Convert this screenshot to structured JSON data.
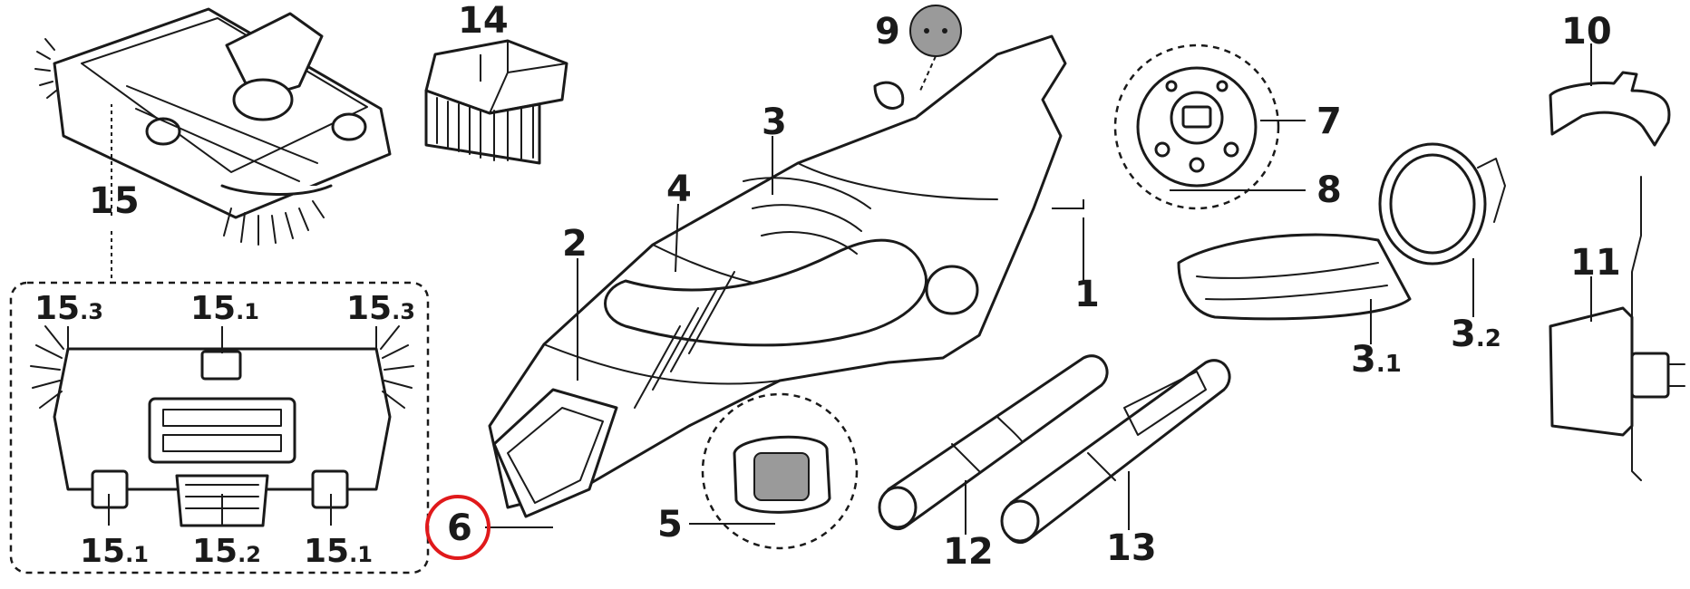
{
  "labels": {
    "p1": "1",
    "p2": "2",
    "p3": "3",
    "p3_1_main": "3",
    "p3_1_sub": ".1",
    "p3_2_main": "3",
    "p3_2_sub": ".2",
    "p4": "4",
    "p5": "5",
    "p6": "6",
    "p7": "7",
    "p8": "8",
    "p9": "9",
    "p10": "10",
    "p11": "11",
    "p12": "12",
    "p13": "13",
    "p14": "14",
    "p15": "15",
    "p15_1_top_main": "15",
    "p15_1_top_sub": ".1",
    "p15_3_left_main": "15",
    "p15_3_left_sub": ".3",
    "p15_3_right_main": "15",
    "p15_3_right_sub": ".3",
    "p15_1_bl_main": "15",
    "p15_1_bl_sub": ".1",
    "p15_2_main": "15",
    "p15_2_sub": ".2",
    "p15_1_br_main": "15",
    "p15_1_br_sub": ".1"
  },
  "colors": {
    "line": "#1a1a1a",
    "highlight_ring": "#e0191b",
    "grey_part": "#9a9a9a",
    "background": "#ffffff"
  },
  "highlighted_part": "6"
}
